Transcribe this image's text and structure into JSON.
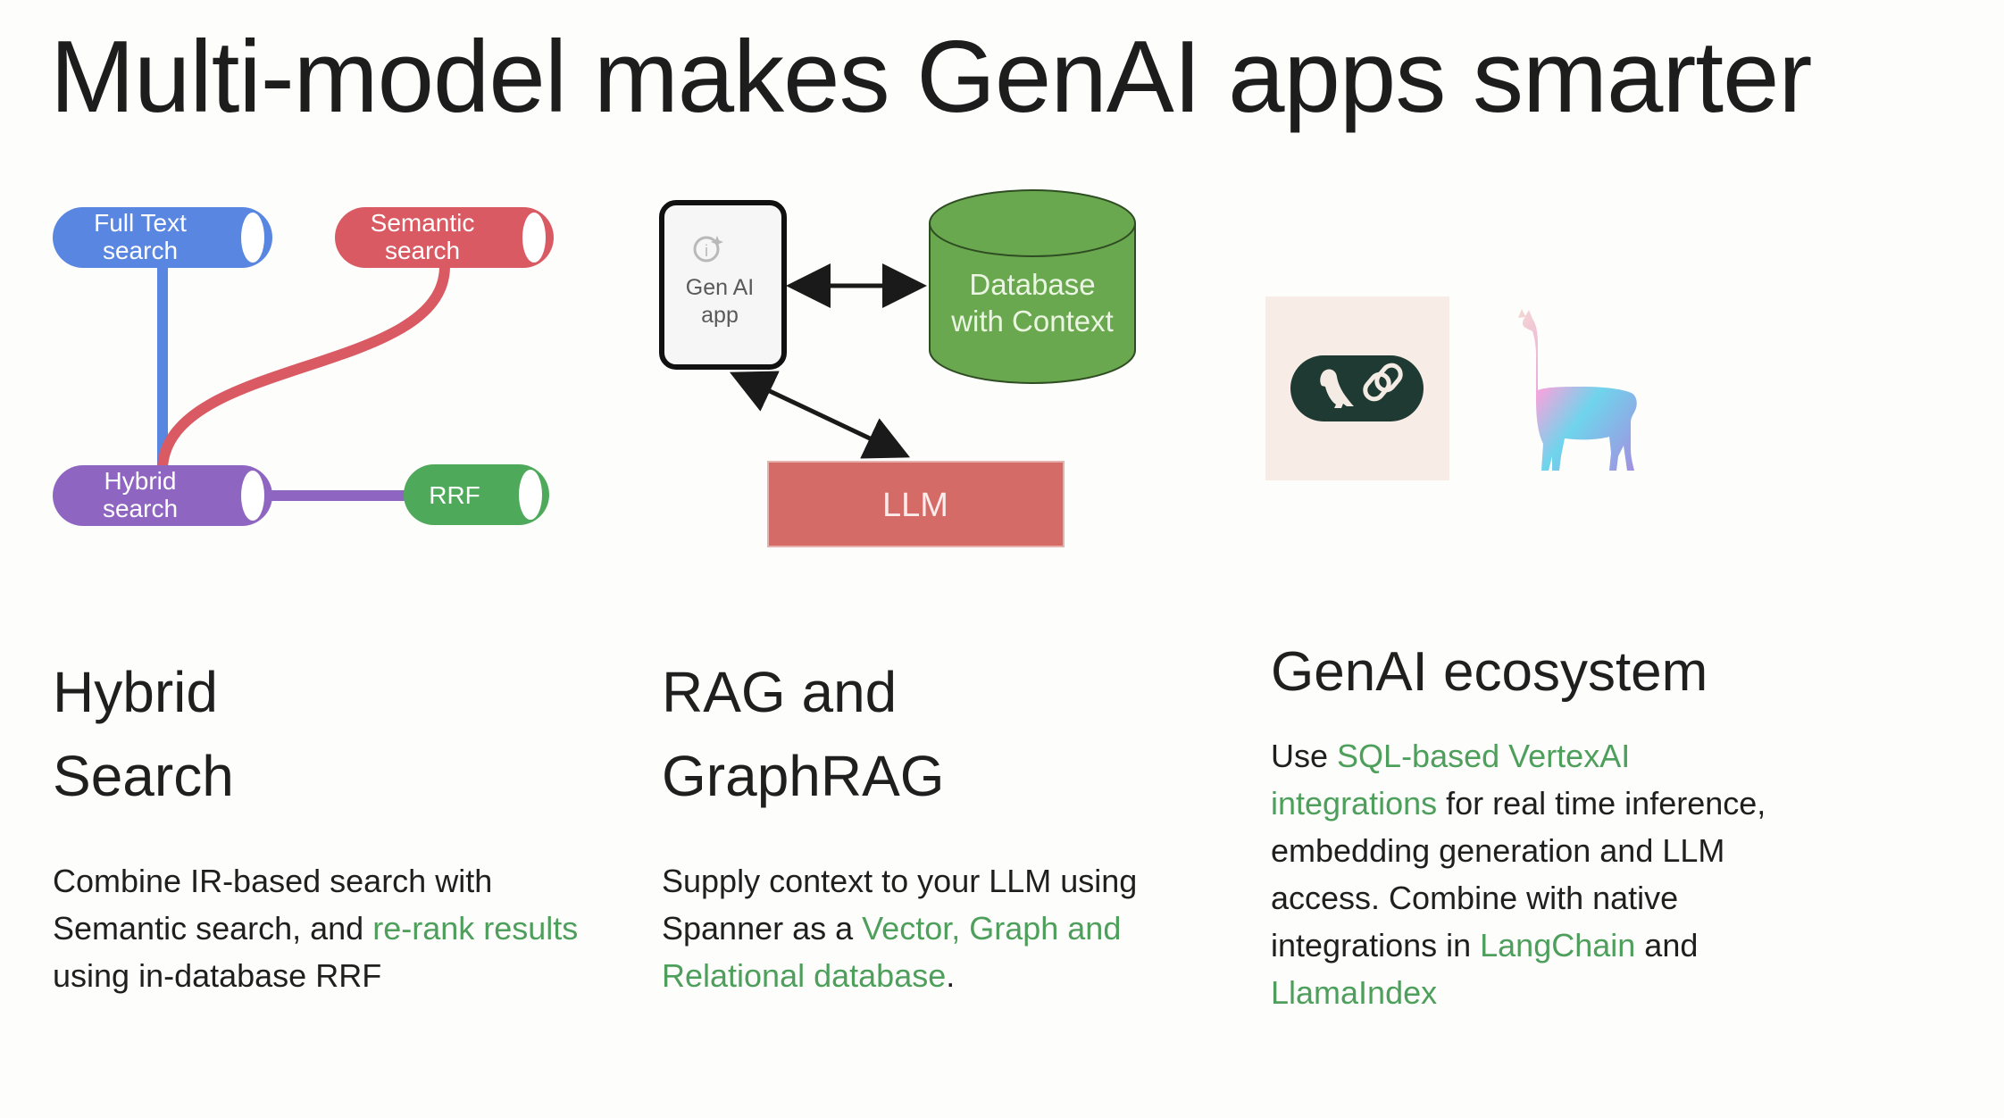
{
  "slide": {
    "title": "Multi-model makes GenAI apps smarter"
  },
  "colors": {
    "blue": "#5886e0",
    "red": "#d95a63",
    "purple": "#8e66c2",
    "green": "#4fa95a",
    "db_green": "#6aa84f",
    "llm_red": "#d56b67",
    "highlight_green": "#4e9f5b",
    "langchain_dark": "#1e3a32",
    "langchain_bg": "#f8ece6"
  },
  "hybrid_diagram": {
    "nodes": [
      {
        "id": "full-text",
        "line1": "Full Text",
        "line2": "search"
      },
      {
        "id": "semantic",
        "line1": "Semantic",
        "line2": "search"
      },
      {
        "id": "hybrid",
        "line1": "Hybrid",
        "line2": "search"
      },
      {
        "id": "rrf",
        "line1": "RRF",
        "line2": ""
      }
    ],
    "edges": [
      {
        "from": "full-text",
        "to": "hybrid"
      },
      {
        "from": "semantic",
        "to": "hybrid"
      },
      {
        "from": "hybrid",
        "to": "rrf"
      }
    ]
  },
  "rag_diagram": {
    "app_line1": "Gen AI",
    "app_line2": "app",
    "db_line1": "Database",
    "db_line2": "with Context",
    "llm": "LLM",
    "edges": [
      {
        "from": "app",
        "to": "database",
        "direction": "both"
      },
      {
        "from": "app",
        "to": "llm",
        "direction": "both"
      }
    ]
  },
  "ecosystem_logos": [
    {
      "name": "LangChain",
      "icon": "parrot-chain-icon"
    },
    {
      "name": "LlamaIndex",
      "icon": "llama-icon"
    }
  ],
  "columns": [
    {
      "heading_line1": "Hybrid",
      "heading_line2": "Search",
      "body": [
        {
          "text": "Combine IR-based search with Semantic search, and ",
          "highlight": false
        },
        {
          "text": "re-rank results",
          "highlight": true
        },
        {
          "text": " using in-database RRF",
          "highlight": false
        }
      ]
    },
    {
      "heading_line1": "RAG and",
      "heading_line2": "GraphRAG",
      "body": [
        {
          "text": "Supply context to your LLM using Spanner as a ",
          "highlight": false
        },
        {
          "text": "Vector, Graph and Relational database",
          "highlight": true
        },
        {
          "text": ".",
          "highlight": false
        }
      ]
    },
    {
      "heading_line1": "GenAI ecosystem",
      "heading_line2": "",
      "body": [
        {
          "text": "Use ",
          "highlight": false
        },
        {
          "text": "SQL-based VertexAI integrations",
          "highlight": true
        },
        {
          "text": " for real time inference, embedding generation and LLM access. Combine with native integrations in ",
          "highlight": false
        },
        {
          "text": "LangChain",
          "highlight": true
        },
        {
          "text": " and ",
          "highlight": false
        },
        {
          "text": "LlamaIndex",
          "highlight": true
        }
      ]
    }
  ]
}
